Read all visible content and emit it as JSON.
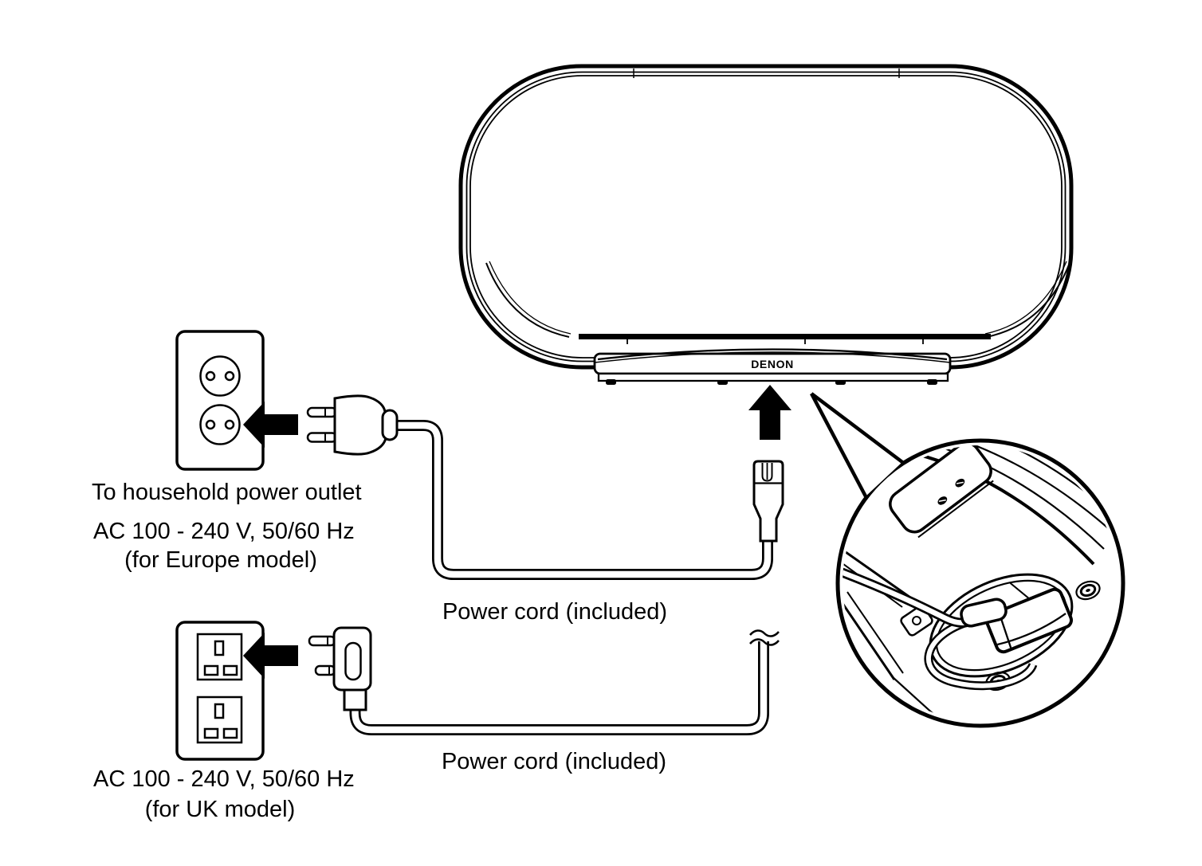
{
  "diagram": {
    "type": "power-connection-illustration",
    "speaker": {
      "brand_label": "DENON"
    },
    "europe": {
      "outlet_caption": "To household power outlet",
      "spec_line1": "AC 100 - 240 V, 50/60 Hz",
      "spec_line2": "(for Europe model)",
      "cord_label": "Power cord (included)"
    },
    "uk": {
      "spec_line1": "AC 100 - 240 V, 50/60 Hz",
      "spec_line2": "(for UK model)",
      "cord_label": "Power cord (included)"
    },
    "icons": {
      "eu_arrow": "arrow-left-icon",
      "uk_arrow": "arrow-left-icon",
      "plug_arrow": "arrow-up-icon",
      "detail": "magnifier-callout-circle"
    },
    "colors": {
      "line": "#000000",
      "background": "#ffffff",
      "arrow_fill": "#000000"
    }
  }
}
